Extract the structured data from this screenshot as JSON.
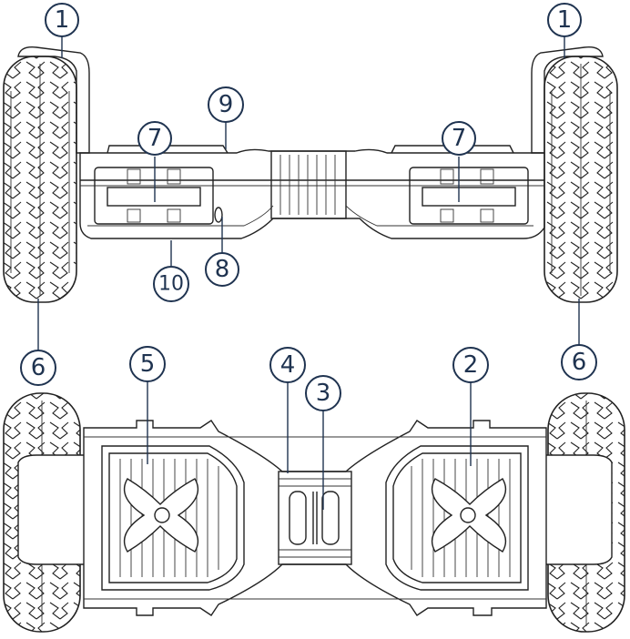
{
  "callouts": {
    "c1_left": "1",
    "c1_right": "1",
    "c2": "2",
    "c3": "3",
    "c4": "4",
    "c5": "5",
    "c6_left": "6",
    "c6_right": "6",
    "c7_left": "7",
    "c7_right": "7",
    "c8": "8",
    "c9": "9",
    "c10": "10"
  },
  "colors": {
    "callout_stroke": "#1f3350",
    "line": "#222222"
  }
}
